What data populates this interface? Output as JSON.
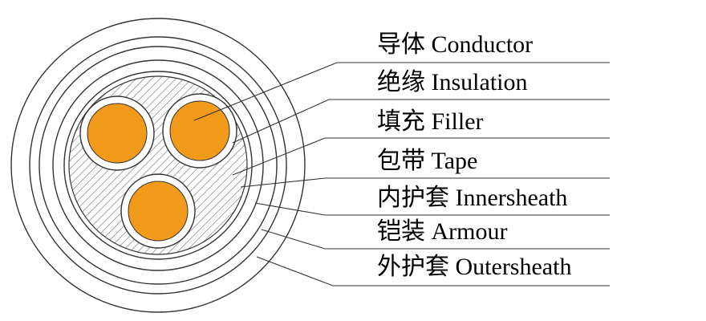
{
  "colors": {
    "conductor": "#F29A1A",
    "outline": "#333333",
    "hatch": "#6b6b6b",
    "background": "#ffffff"
  },
  "labels": [
    {
      "id": "conductor",
      "text": "导体 Conductor"
    },
    {
      "id": "insulation",
      "text": "绝缘 Insulation"
    },
    {
      "id": "filler",
      "text": "填充 Filler"
    },
    {
      "id": "tape",
      "text": "包带 Tape"
    },
    {
      "id": "innersheath",
      "text": "内护套 Innersheath"
    },
    {
      "id": "armour",
      "text": "铠装 Armour"
    },
    {
      "id": "outersheath",
      "text": "外护套 Outersheath"
    }
  ]
}
